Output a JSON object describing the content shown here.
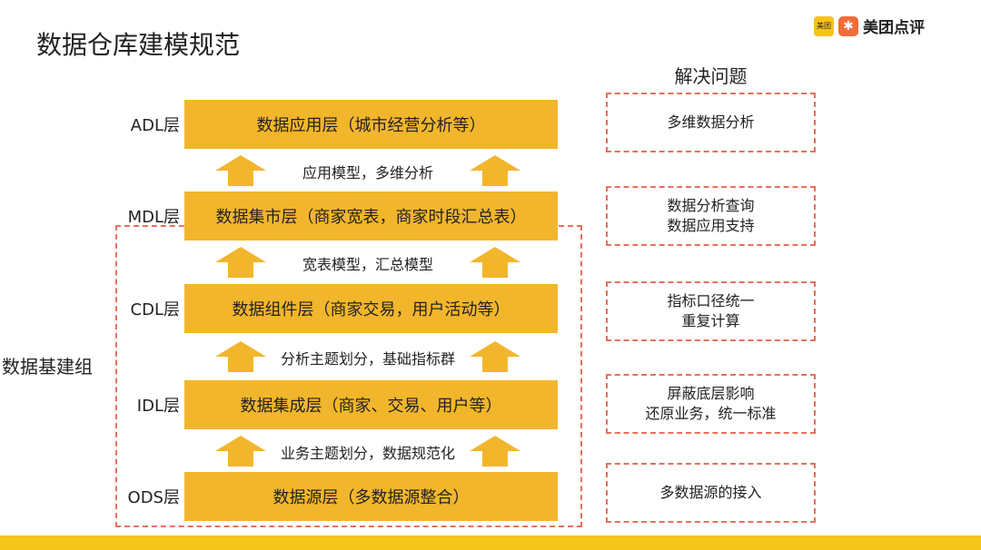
{
  "title": "数据仓库建模规范",
  "logo": {
    "badge": "美团",
    "brand": "美团点评"
  },
  "group_label": "数据基建组",
  "right_heading": "解决问题",
  "layers": [
    {
      "tag": "ADL层",
      "text": "数据应用层（城市经营分析等）"
    },
    {
      "tag": "MDL层",
      "text": "数据集市层（商家宽表，商家时段汇总表）"
    },
    {
      "tag": "CDL层",
      "text": "数据组件层（商家交易，用户活动等）"
    },
    {
      "tag": "IDL层",
      "text": "数据集成层（商家、交易、用户等）"
    },
    {
      "tag": "ODS层",
      "text": "数据源层（多数据源整合）"
    }
  ],
  "transitions": [
    "应用模型，多维分析",
    "宽表模型，汇总模型",
    "分析主题划分，基础指标群",
    "业务主题划分，数据规范化"
  ],
  "problems": [
    [
      "多维数据分析"
    ],
    [
      "数据分析查询",
      "数据应用支持"
    ],
    [
      "指标口径统一",
      "重复计算"
    ],
    [
      "屏蔽底层影响",
      "还原业务，统一标准"
    ],
    [
      "多数据源的接入"
    ]
  ],
  "colors": {
    "layer": "#f2b62c",
    "dash": "#e8705a",
    "bar": "#f5c51c"
  }
}
